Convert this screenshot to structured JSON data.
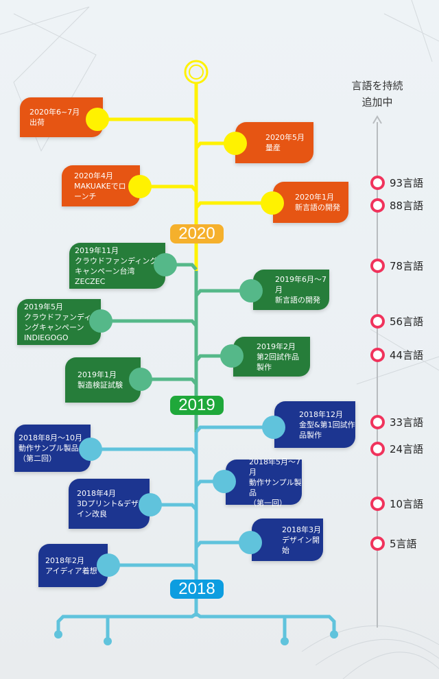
{
  "header": "言語を持続\n追加中",
  "years": [
    {
      "label": "2020",
      "color": "#f5b02c"
    },
    {
      "label": "2019",
      "color": "#1fa83a"
    },
    {
      "label": "2018",
      "color": "#0d9de0"
    }
  ],
  "events": [
    {
      "text": "2020年6~7月\n出荷"
    },
    {
      "text": "2020年5月\n量産"
    },
    {
      "text": "2020年4月\nMAKUAKEでロ\nーンチ"
    },
    {
      "text": "2020年1月\n新言語の開発"
    },
    {
      "text": "2019年11月\nクラウドファンディング\nキャンペーン台湾\nZECZEC"
    },
    {
      "text": "2019年6月〜7\n月\n新言語の開発"
    },
    {
      "text": "2019年5月\nクラウドファンディ\nングキャンペーン\nINDIEGOGO"
    },
    {
      "text": "2019年2月\n第2回試作品\n製作"
    },
    {
      "text": "2019年1月\n製造検証試験"
    },
    {
      "text": "2018年12月\n金型&第1回試作\n品製作"
    },
    {
      "text": "2018年8月〜10月\n動作サンプル製品\n（第二回）"
    },
    {
      "text": "2018年5月〜7月\n動作サンプル製品\n（第一回）"
    },
    {
      "text": "2018年4月\n3Dプリント&デザ\nイン改良"
    },
    {
      "text": "2018年3月\nデザイン開始"
    },
    {
      "text": "2018年2月\nアイディア着想"
    }
  ],
  "languages": [
    "93言語",
    "88言語",
    "78言語",
    "56言語",
    "44言語",
    "33言語",
    "24言語",
    "10言語",
    "5言語"
  ],
  "colors": {
    "orange": "#e65513",
    "green": "#267d3a",
    "navy": "#1c3590",
    "accent_ring": "#f0335c"
  }
}
